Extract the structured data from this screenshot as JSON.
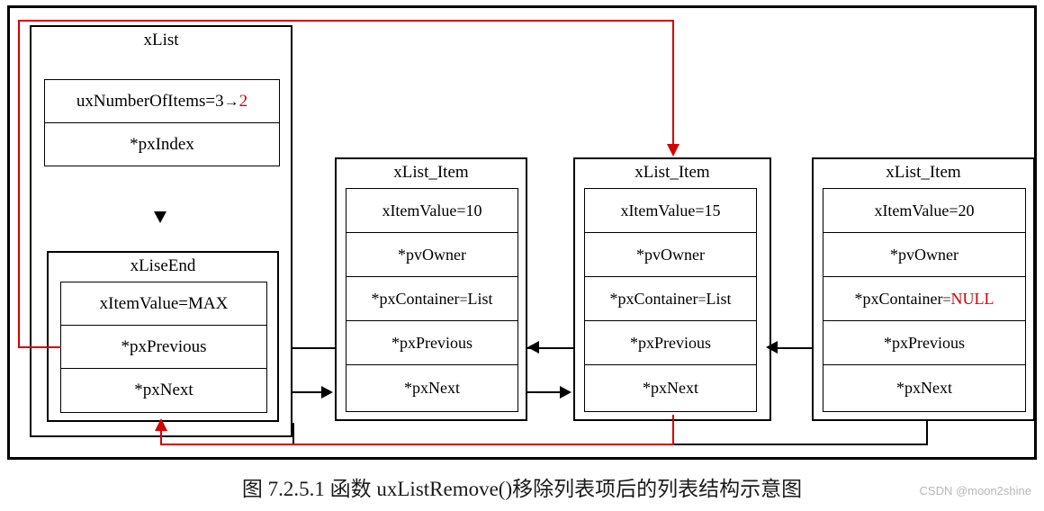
{
  "diagram": {
    "list": {
      "title": "xList",
      "fields": [
        {
          "label_before": "uxNumberOfItems=3",
          "arrow": "→",
          "label_after": "2"
        },
        {
          "label": "*pxIndex"
        }
      ]
    },
    "list_end": {
      "title": "xLiseEnd",
      "fields": [
        {
          "label": "xItemValue=MAX"
        },
        {
          "label": "*pxPrevious"
        },
        {
          "label": "*pxNext"
        }
      ]
    },
    "items": [
      {
        "title": "xList_Item",
        "fields": [
          {
            "label": "xItemValue=10"
          },
          {
            "label": "*pvOwner"
          },
          {
            "label_before": "*pxContainer",
            "op": "=",
            "label_after": "List",
            "after_color": "#000000"
          },
          {
            "label": "*pxPrevious"
          },
          {
            "label": "*pxNext"
          }
        ]
      },
      {
        "title": "xList_Item",
        "fields": [
          {
            "label": "xItemValue=15"
          },
          {
            "label": "*pvOwner"
          },
          {
            "label_before": "*pxContainer",
            "op": "=",
            "label_after": "List",
            "after_color": "#000000"
          },
          {
            "label": "*pxPrevious"
          },
          {
            "label": "*pxNext"
          }
        ]
      },
      {
        "title": "xList_Item",
        "fields": [
          {
            "label": "xItemValue=20"
          },
          {
            "label": "*pvOwner"
          },
          {
            "label_before": "*pxContainer",
            "op": "=",
            "label_after": "NULL",
            "after_color": "#d40000"
          },
          {
            "label": "*pxPrevious"
          },
          {
            "label": "*pxNext"
          }
        ]
      }
    ]
  },
  "caption": "图 7.2.5.1 函数 uxListRemove()移除列表项后的列表结构示意图",
  "watermark": "CSDN @moon2shine",
  "colors": {
    "highlight": "#d40000",
    "line": "#000000",
    "background": "#ffffff"
  }
}
